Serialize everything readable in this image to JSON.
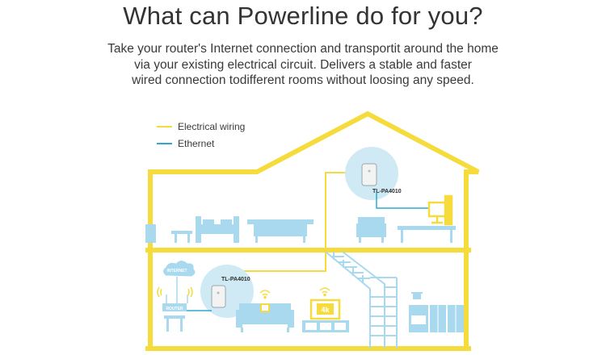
{
  "title": "What can Powerline do for you?",
  "description": {
    "line1": "Take your router's Internet connection and transportit around the home",
    "line2": "via your existing electrical circuit. Delivers a stable and faster",
    "line3": "wired connection todifferent rooms without loosing any speed."
  },
  "legend": {
    "electrical": "Electrical wiring",
    "ethernet": "Ethernet"
  },
  "labels": {
    "adapter_upstairs": "TL-PA4010",
    "adapter_downstairs": "TL-PA4010",
    "internet": "INTERNET",
    "router": "ROUTER",
    "tv_badge": "4k"
  },
  "colors": {
    "electrical": "#f5dc3c",
    "ethernet": "#2fa8cf",
    "furniture": "#a9d9ef",
    "adapter_halo": "#cfeaf4"
  }
}
